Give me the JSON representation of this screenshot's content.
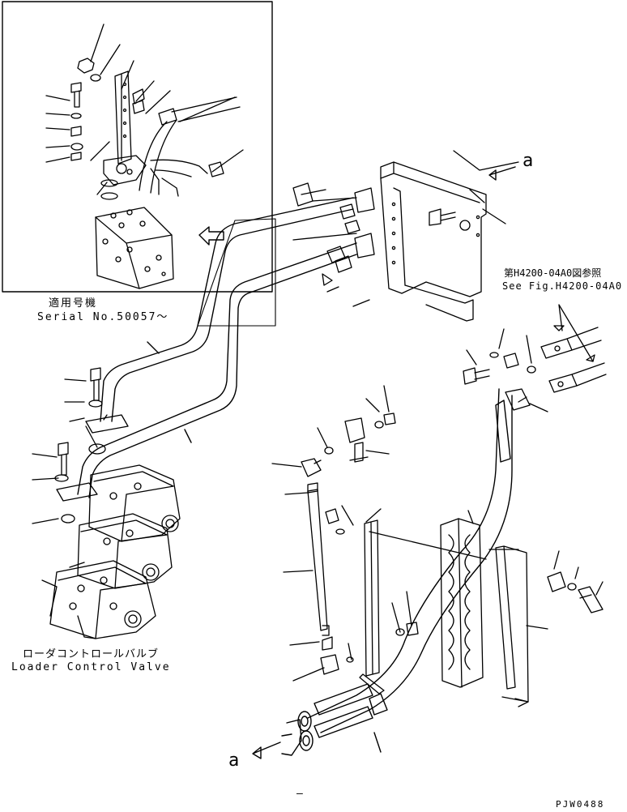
{
  "inset": {
    "applicable_jp": "適用号機",
    "serial": "Serial No.50057〜"
  },
  "reference": {
    "jp": "第H4200-04A0図参照",
    "en": "See Fig.H4200-04A0"
  },
  "valve": {
    "jp": "ローダコントロールバルブ",
    "en": "Loader Control Valve"
  },
  "connector_a_top": "a",
  "connector_a_bottom": "a",
  "footer_dash": "–",
  "drawing_code": "PJW0488"
}
